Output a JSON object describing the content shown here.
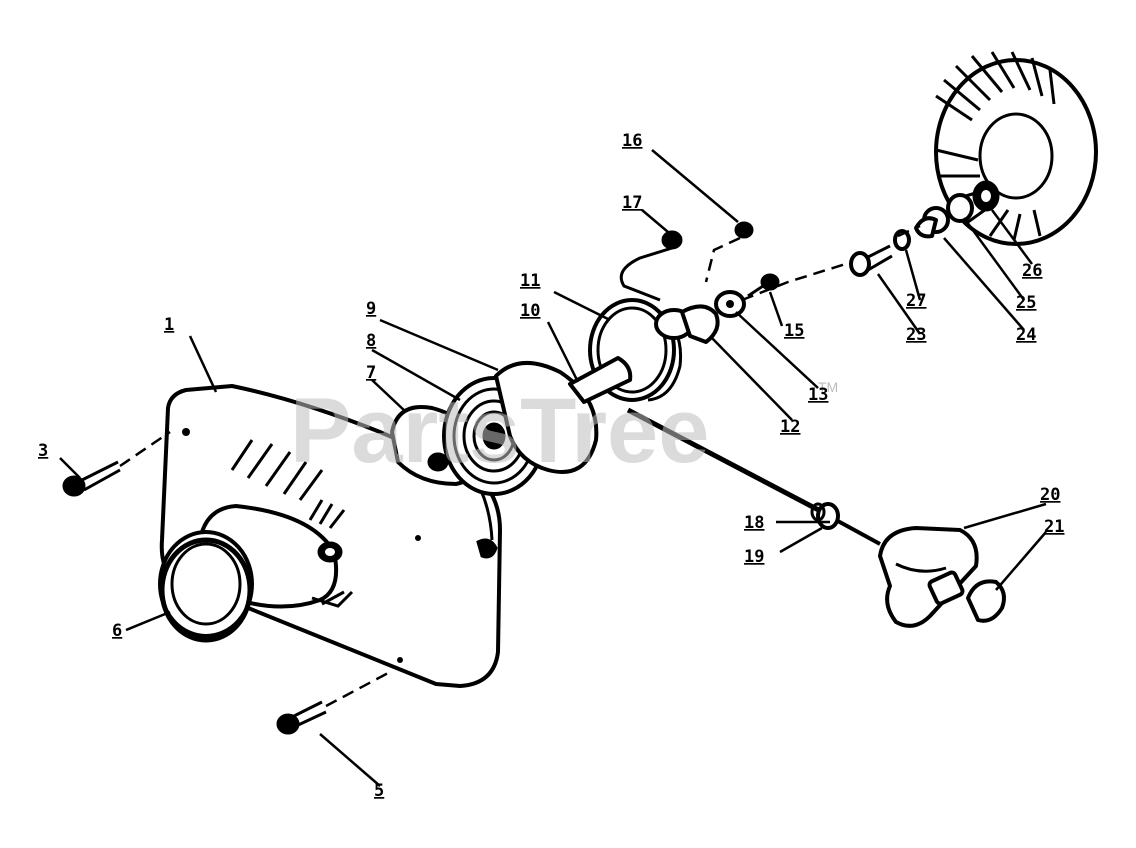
{
  "diagram": {
    "watermark": "PartsTree",
    "watermark_mark": "TM",
    "callouts": [
      "1",
      "3",
      "5",
      "6",
      "7",
      "8",
      "9",
      "10",
      "11",
      "12",
      "13",
      "15",
      "16",
      "17",
      "18",
      "19",
      "20",
      "21",
      "23",
      "24",
      "25",
      "26",
      "27"
    ]
  },
  "colors": {
    "ink": "#000000",
    "paper": "#ffffff",
    "watermark": "#bdbdbd"
  }
}
